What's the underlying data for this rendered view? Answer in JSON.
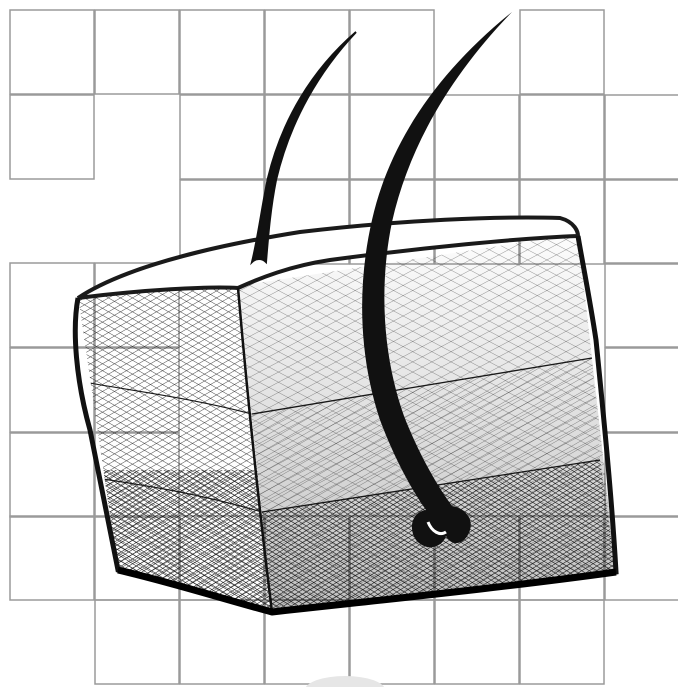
{
  "illustration": {
    "background": "#ffffff",
    "grid_color": "#9a9a9a",
    "ink_color": "#1a1a1a",
    "grid_cells": [
      [
        10,
        10
      ],
      [
        95,
        10
      ],
      [
        180,
        10
      ],
      [
        265,
        10
      ],
      [
        350,
        10
      ],
      [
        520,
        10
      ],
      [
        10,
        95
      ],
      [
        180,
        95
      ],
      [
        265,
        95
      ],
      [
        350,
        95
      ],
      [
        435,
        95
      ],
      [
        520,
        95
      ],
      [
        605,
        95
      ],
      [
        180,
        180
      ],
      [
        265,
        180
      ],
      [
        350,
        180
      ],
      [
        435,
        180
      ],
      [
        520,
        180
      ],
      [
        605,
        180
      ],
      [
        10,
        263
      ],
      [
        95,
        263
      ],
      [
        605,
        263
      ],
      [
        10,
        348
      ],
      [
        95,
        348
      ],
      [
        605,
        348
      ],
      [
        10,
        433
      ],
      [
        95,
        433
      ],
      [
        605,
        433
      ],
      [
        10,
        516
      ],
      [
        95,
        516
      ],
      [
        180,
        516
      ],
      [
        265,
        516
      ],
      [
        350,
        516
      ],
      [
        435,
        516
      ],
      [
        520,
        516
      ],
      [
        605,
        516
      ],
      [
        95,
        600
      ],
      [
        180,
        600
      ],
      [
        265,
        600
      ],
      [
        350,
        600
      ],
      [
        435,
        600
      ],
      [
        520,
        600
      ]
    ],
    "shapes": {
      "block": "skin-block",
      "layers": [
        "epidermis-layer",
        "dermis-layer",
        "hypodermis-layer"
      ],
      "hairs": [
        "short-hair",
        "long-hair-with-follicle"
      ]
    }
  }
}
